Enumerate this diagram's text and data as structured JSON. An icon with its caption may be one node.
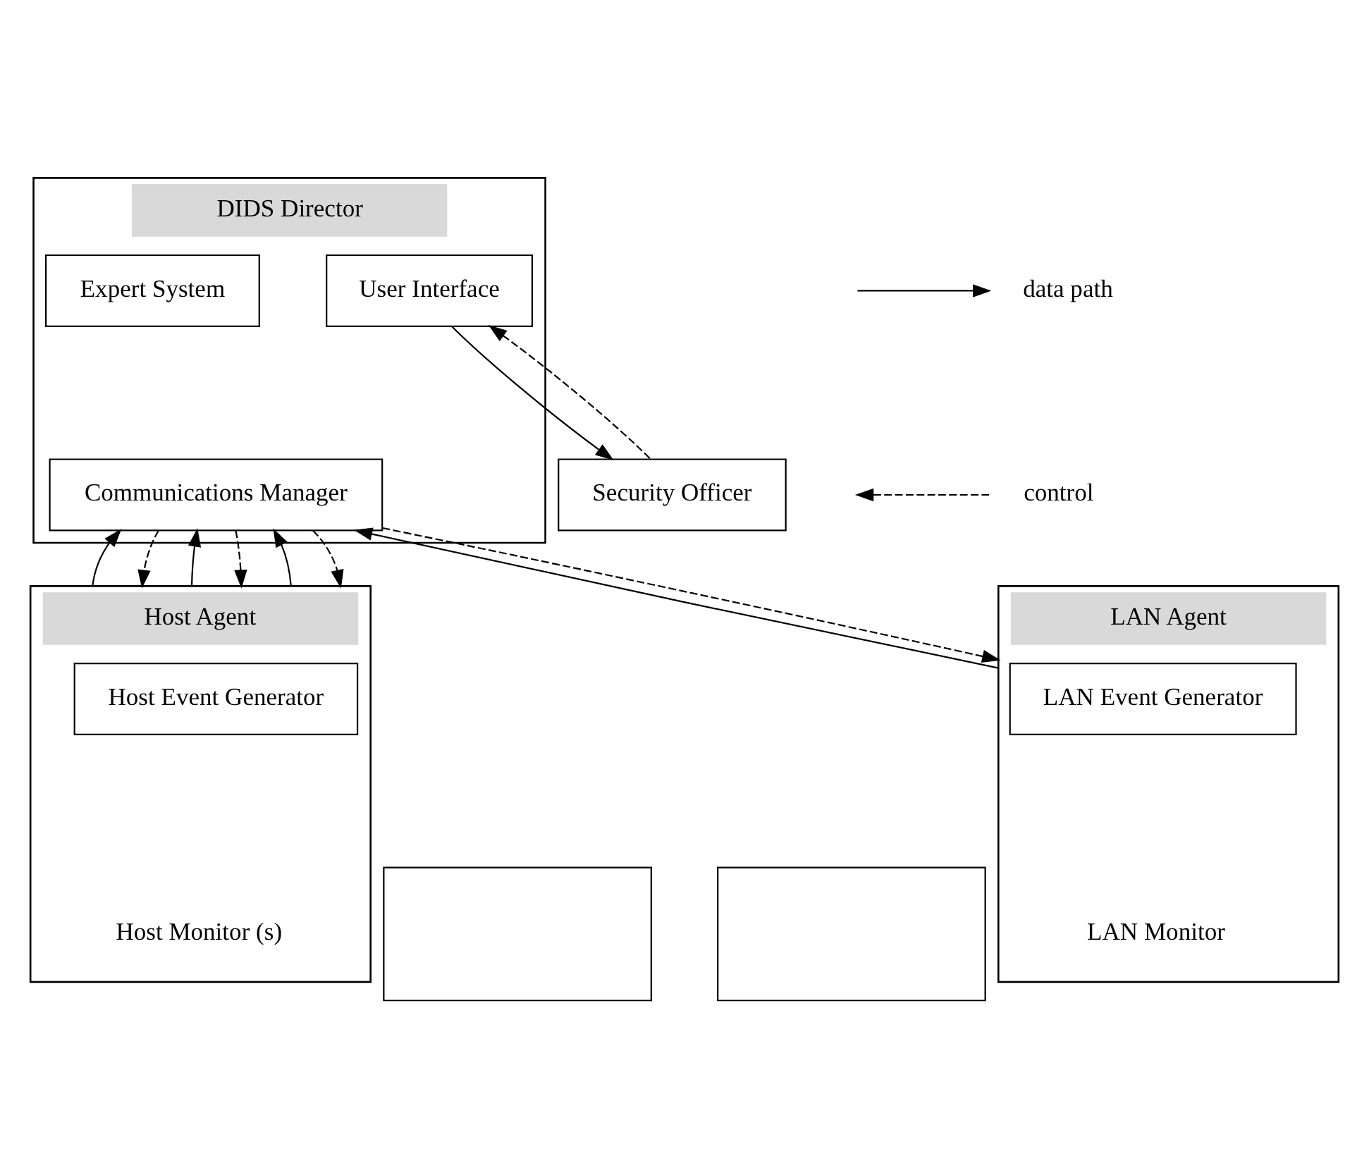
{
  "diagram": {
    "nodes": [
      {
        "text": [
          "DIDS Director"
        ]
      },
      {
        "text": [
          "Expert System"
        ],
        "in": 0
      },
      {
        "text": [
          "User Interface"
        ],
        "in": 0
      },
      {
        "text": [
          "Communications Manager"
        ],
        "in": 0
      },
      {
        "text": [
          "Security Officer"
        ]
      },
      {
        "text": [
          "Host Agent"
        ],
        "beside": [
          "Host Monitor (s)"
        ]
      },
      {
        "text": [
          "Host Event Generator"
        ],
        "in": 5
      },
      {
        "text": [],
        "shape": "box"
      },
      {
        "text": [],
        "shape": "box"
      },
      {
        "text": [
          "LAN Agent"
        ],
        "beside": [
          "LAN Monitor"
        ]
      },
      {
        "text": [
          "LAN Event Generator"
        ],
        "in": 9
      }
    ],
    "edges": [
      {
        "from": 2,
        "to": 4,
        "arrow": "to"
      },
      {
        "from": 4,
        "to": 2,
        "arrow": "to",
        "style": "dashed"
      },
      {
        "from": 5,
        "to": 3,
        "arrow": "to"
      },
      {
        "from": 3,
        "to": 5,
        "arrow": "to",
        "style": "dashed"
      },
      {
        "from": 5,
        "to": 3,
        "arrow": "to"
      },
      {
        "from": 3,
        "to": 5,
        "arrow": "to",
        "style": "dashed"
      },
      {
        "from": 5,
        "to": 3,
        "arrow": "to"
      },
      {
        "from": 3,
        "to": 5,
        "arrow": "to",
        "style": "dashed"
      },
      {
        "from": 9,
        "to": 3,
        "arrow": "to"
      },
      {
        "from": 3,
        "to": 9,
        "arrow": "to",
        "style": "dashed"
      }
    ],
    "legend": [
      {
        "text": "data path"
      },
      {
        "text": "control"
      }
    ]
  }
}
